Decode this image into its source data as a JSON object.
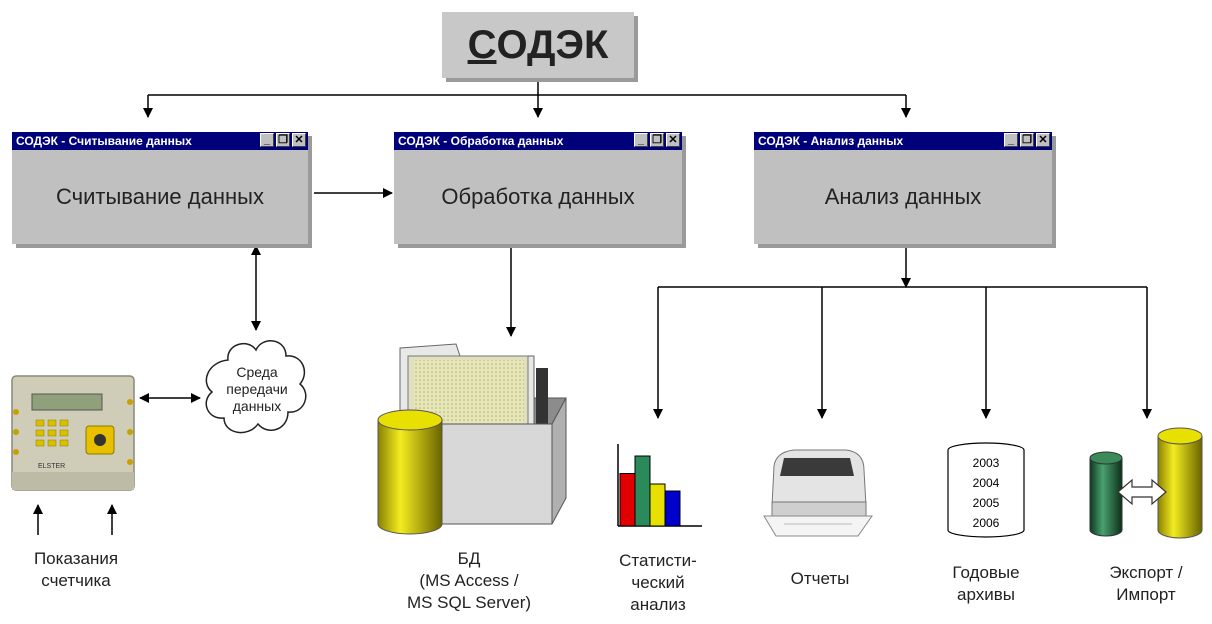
{
  "top": {
    "first_letter": "С",
    "rest": "ОДЭК"
  },
  "windows": [
    {
      "title": "СОДЭК - Считывание данных",
      "body": "Считывание данных"
    },
    {
      "title": "СОДЭК - Обработка данных",
      "body": "Обработка данных"
    },
    {
      "title": "СОДЭК - Анализ данных",
      "body": "Анализ данных"
    }
  ],
  "window_buttons": {
    "minimize": "_",
    "restore": "❐",
    "close": "✕"
  },
  "cloud": {
    "line1": "Среда",
    "line2": "передачи",
    "line3": "данных"
  },
  "meter": {
    "label_line1": "Показания",
    "label_line2": "счетчика",
    "brand": "ELSTER"
  },
  "db": {
    "line1": "БД",
    "line2": "(MS Access /",
    "line3": "MS SQL Server)"
  },
  "outputs": {
    "stats": {
      "line1": "Статисти-",
      "line2": "ческий",
      "line3": "анализ"
    },
    "reports": {
      "line1": "Отчеты"
    },
    "archives": {
      "line1": "Годовые",
      "line2": "архивы",
      "years": [
        "2003",
        "2004",
        "2005",
        "2006"
      ]
    },
    "export": {
      "line1": "Экспорт /",
      "line2": "Импорт"
    }
  },
  "colors": {
    "titlebar": "#00007a",
    "window": "#c0c0c0",
    "shadow": "#9a9a9a",
    "cylinder": "#e8e000",
    "cylinder_green": "#2f7a4a",
    "bar_red": "#e00000",
    "bar_green": "#2a8a5a",
    "bar_yellow": "#e8e000",
    "bar_blue": "#0000cc"
  },
  "stats_bars": [
    {
      "color_key": "bar_red",
      "value": 3
    },
    {
      "color_key": "bar_green",
      "value": 4
    },
    {
      "color_key": "bar_yellow",
      "value": 2.4
    },
    {
      "color_key": "bar_blue",
      "value": 2
    }
  ]
}
